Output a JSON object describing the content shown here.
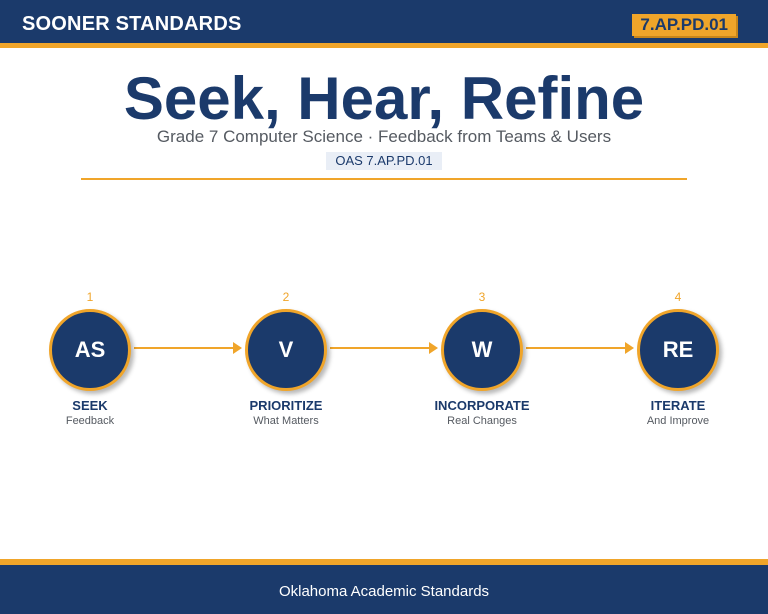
{
  "header": {
    "brand": "SOONER STANDARDS",
    "code": "7.AP.PD.01"
  },
  "title": "Seek, Hear, Refine",
  "subtitle": "Grade 7 Computer Science  ·  Feedback from Teams & Users",
  "oas_tag": "OAS 7.AP.PD.01",
  "steps": [
    {
      "number": "1",
      "abbr": "AS",
      "title": "SEEK",
      "subtitle": "Feedback"
    },
    {
      "number": "2",
      "abbr": "V",
      "title": "PRIORITIZE",
      "subtitle": "What Matters"
    },
    {
      "number": "3",
      "abbr": "W",
      "title": "INCORPORATE",
      "subtitle": "Real Changes"
    },
    {
      "number": "4",
      "abbr": "RE",
      "title": "ITERATE",
      "subtitle": "And Improve"
    }
  ],
  "footer": "Oklahoma Academic Standards",
  "colors": {
    "navy": "#1b3a6b",
    "accent": "#f0a52a",
    "text_gray": "#555a61"
  }
}
